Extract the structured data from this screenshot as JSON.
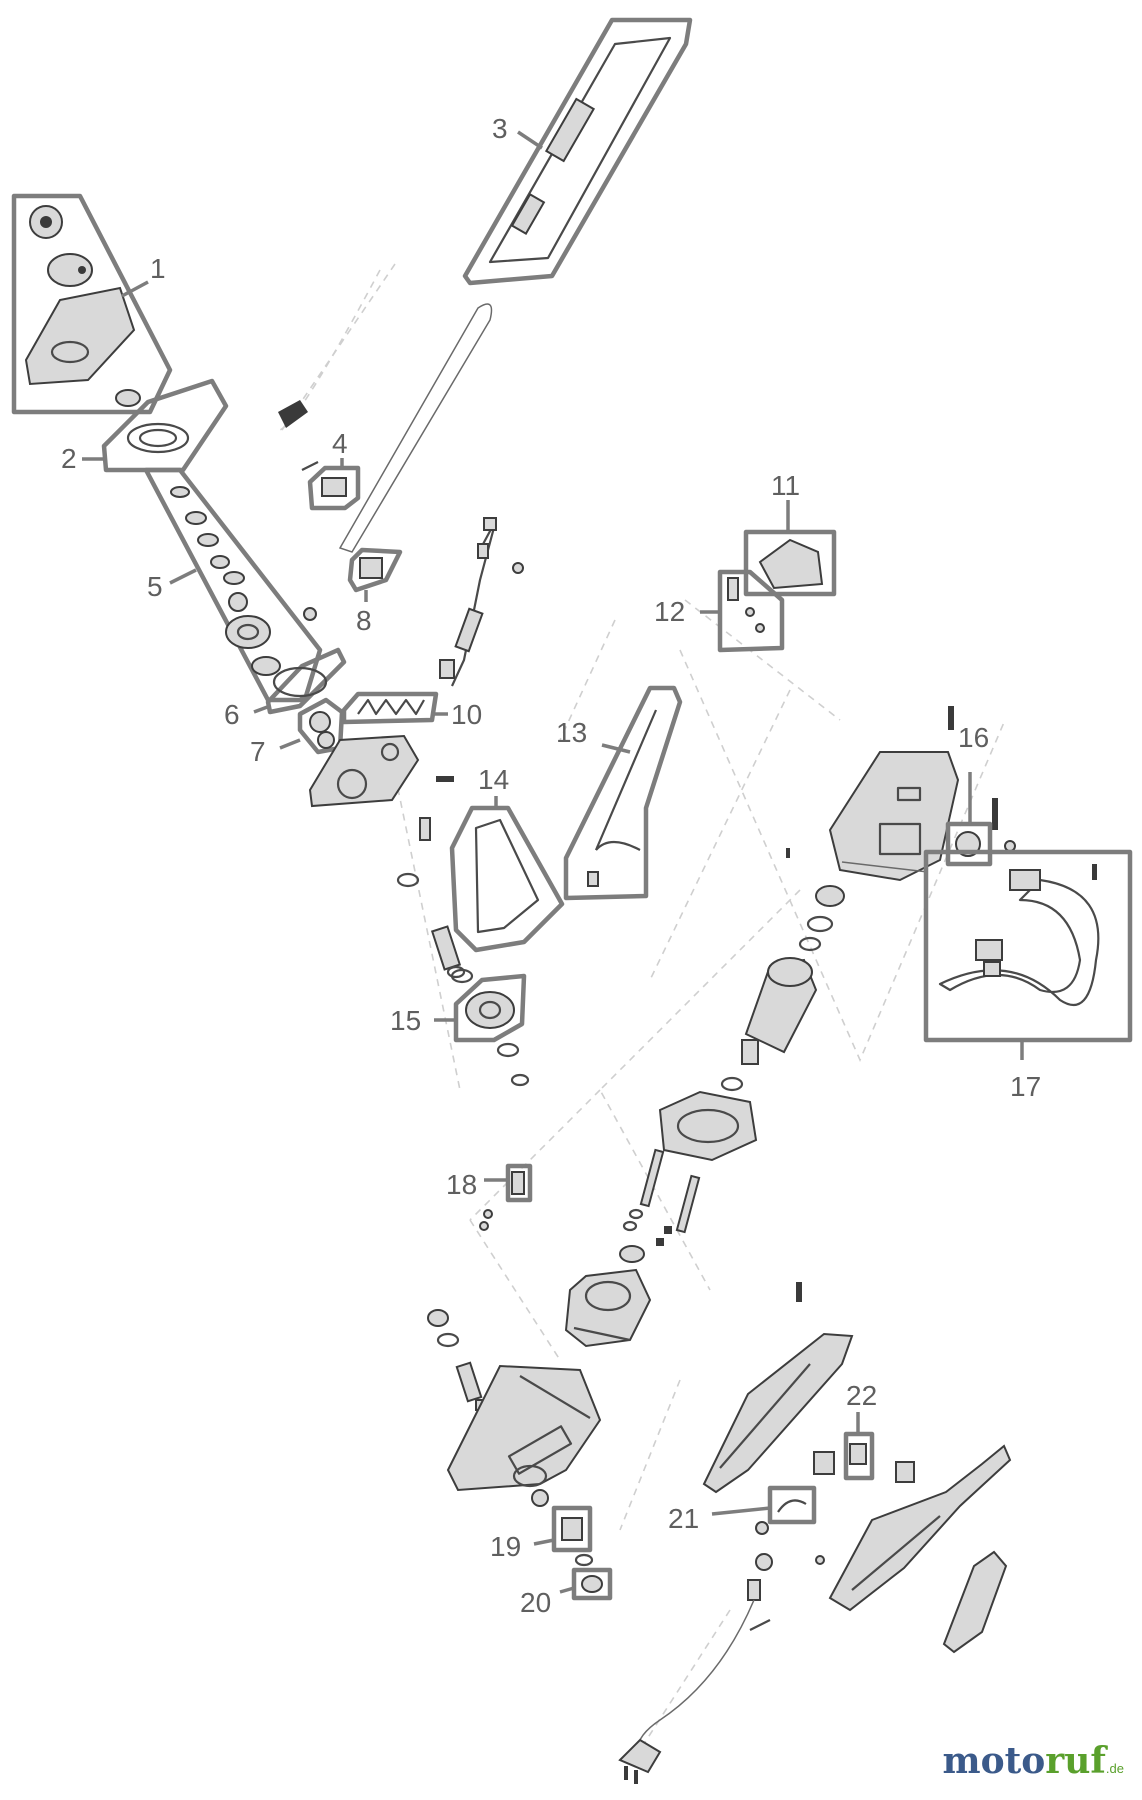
{
  "callouts": {
    "c1": "1",
    "c2": "2",
    "c3": "3",
    "c4": "4",
    "c5": "5",
    "c6": "6",
    "c7": "7",
    "c8": "8",
    "c10": "10",
    "c11": "11",
    "c12": "12",
    "c13": "13",
    "c14": "14",
    "c15": "15",
    "c16": "16",
    "c17": "17",
    "c18": "18",
    "c19": "19",
    "c20": "20",
    "c21": "21",
    "c22": "22"
  },
  "watermark": {
    "brand_a": "moto",
    "brand_b": "ruf",
    "suffix": ".de"
  },
  "colors": {
    "callout_box": "#7d7d7d",
    "brand_blue": "#3b5a8a",
    "brand_green": "#5aa02c"
  }
}
